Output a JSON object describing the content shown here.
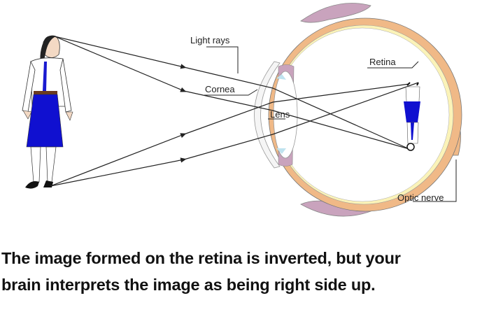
{
  "labels": {
    "light_rays": "Light rays",
    "cornea": "Cornea",
    "lens": "Lens",
    "retina": "Retina",
    "optic_nerve": "Optic nerve"
  },
  "caption": {
    "line1": "The image formed on the retina is inverted, but your",
    "line2": "brain interprets the image as being right side up."
  },
  "colors": {
    "sclera": "#f0b987",
    "eyelid": "#c9a3bd",
    "skirt": "#1010d0",
    "nerve": "#fbf3b8"
  }
}
